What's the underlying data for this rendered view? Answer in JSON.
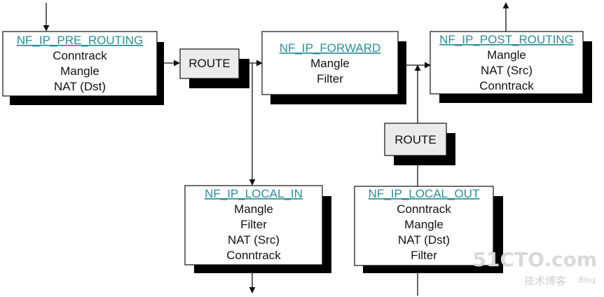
{
  "hooks": {
    "pre_routing": {
      "title": "NF_IP_PRE_ROUTING",
      "items": [
        "Conntrack",
        "Mangle",
        "NAT (Dst)"
      ]
    },
    "forward": {
      "title": "NF_IP_FORWARD",
      "items": [
        "Mangle",
        "Filter"
      ]
    },
    "post_routing": {
      "title": "NF_IP_POST_ROUTING",
      "items": [
        "Mangle",
        "NAT (Src)",
        "Conntrack"
      ]
    },
    "local_in": {
      "title": "NF_IP_LOCAL_IN",
      "items": [
        "Mangle",
        "Filter",
        "NAT (Src)",
        "Conntrack"
      ]
    },
    "local_out": {
      "title": "NF_IP_LOCAL_OUT",
      "items": [
        "Conntrack",
        "Mangle",
        "NAT (Dst)",
        "Filter"
      ]
    }
  },
  "routes": {
    "route_1": "ROUTE",
    "route_2": "ROUTE"
  },
  "watermark": {
    "site": "51CTO.com",
    "tagline": "技术博客",
    "blog": "Blog"
  }
}
